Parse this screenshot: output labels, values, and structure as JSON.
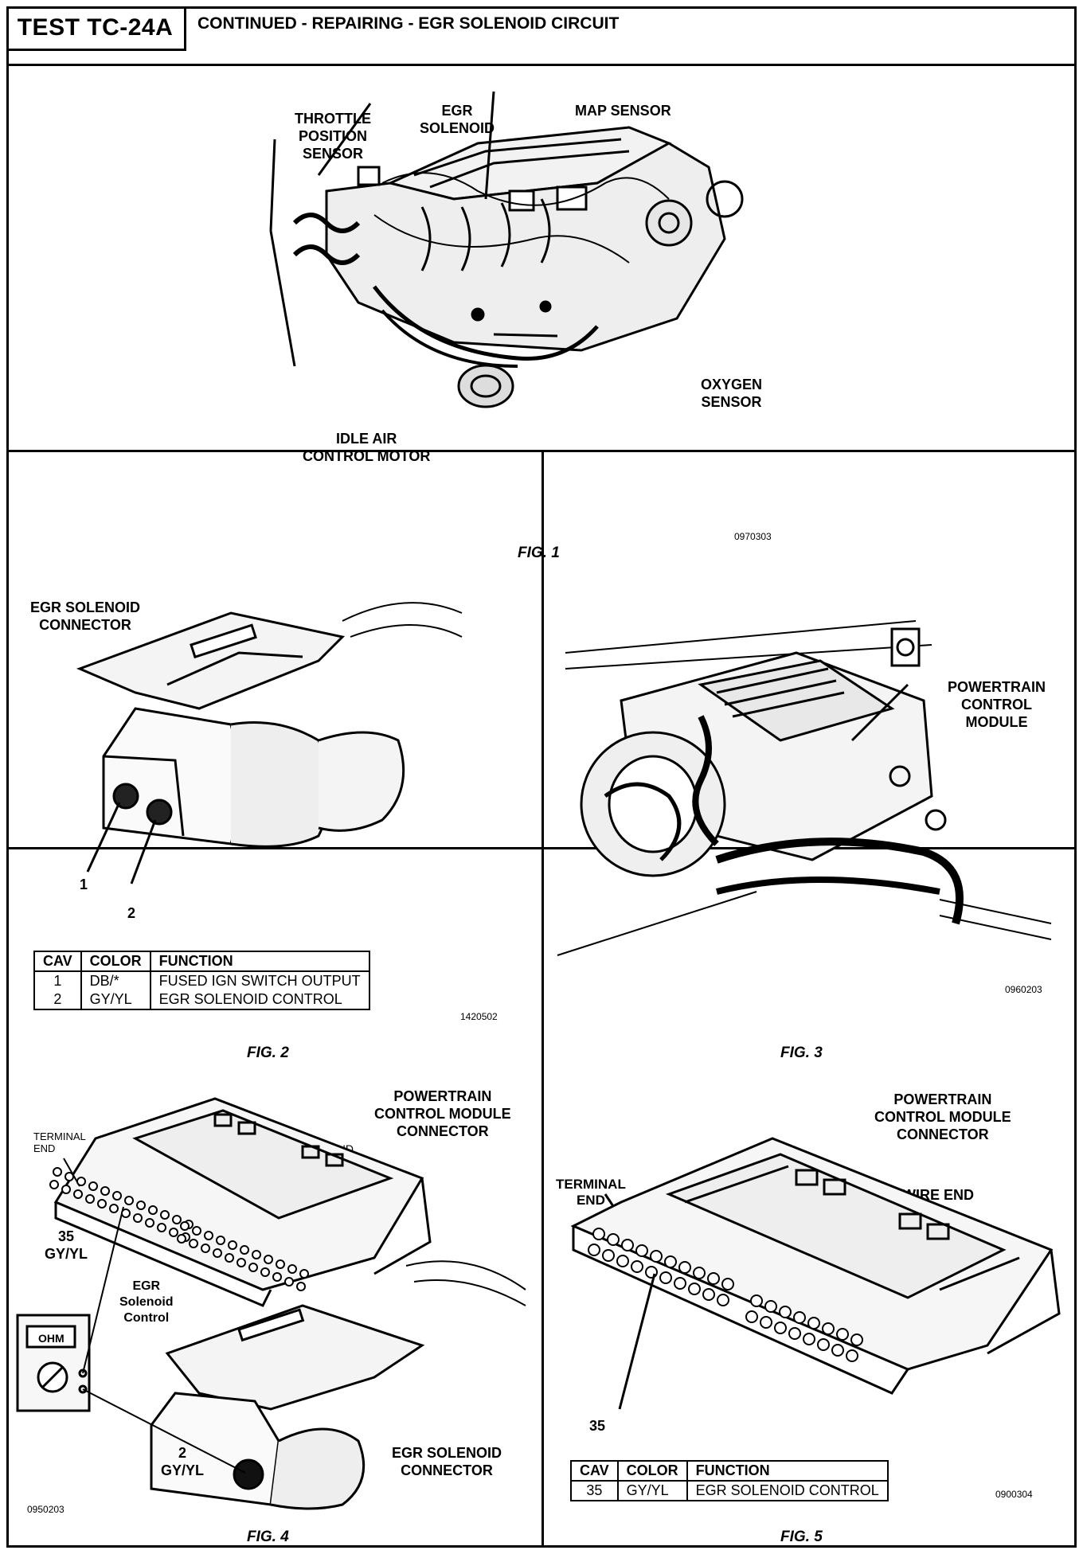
{
  "header": {
    "test_id": "TEST TC-24A",
    "title": "CONTINUED - REPAIRING - EGR SOLENOID CIRCUIT"
  },
  "fig1": {
    "labels": {
      "throttle": "THROTTLE\nPOSITION\nSENSOR",
      "egr": "EGR\nSOLENOID",
      "map": "MAP SENSOR",
      "oxygen": "OXYGEN\nSENSOR",
      "iac": "IDLE AIR\nCONTROL MOTOR"
    },
    "code": "0970303",
    "caption": "FIG. 1"
  },
  "fig2": {
    "title": "EGR SOLENOID\nCONNECTOR",
    "pin1": "1",
    "pin2": "2",
    "table": {
      "headers": [
        "CAV",
        "COLOR",
        "FUNCTION"
      ],
      "rows": [
        [
          "1",
          "DB/*",
          "FUSED IGN SWITCH OUTPUT"
        ],
        [
          "2",
          "GY/YL",
          "EGR SOLENOID CONTROL"
        ]
      ]
    },
    "code": "1420502",
    "caption": "FIG. 2"
  },
  "fig3": {
    "label": "POWERTRAIN\nCONTROL\nMODULE",
    "code": "0960203",
    "caption": "FIG. 3"
  },
  "fig4": {
    "pcm_label": "POWERTRAIN\nCONTROL MODULE\nCONNECTOR",
    "terminal_end": "TERMINAL\nEND",
    "wire_end": "WIRE  END",
    "pin35": "35\nGY/YL",
    "egr_ctrl": "EGR\nSolenoid\nControl",
    "meter": "OHM",
    "pin2": "2\nGY/YL",
    "egr_conn": "EGR SOLENOID\nCONNECTOR",
    "code": "0950203",
    "caption": "FIG. 4"
  },
  "fig5": {
    "label": "POWERTRAIN\nCONTROL MODULE\nCONNECTOR",
    "terminal_end": "TERMINAL\nEND",
    "wire_end": "WIRE  END",
    "pin35": "35",
    "table": {
      "headers": [
        "CAV",
        "COLOR",
        "FUNCTION"
      ],
      "rows": [
        [
          "35",
          "GY/YL",
          "EGR SOLENOID CONTROL"
        ]
      ]
    },
    "code": "0900304",
    "caption": "FIG. 5"
  }
}
